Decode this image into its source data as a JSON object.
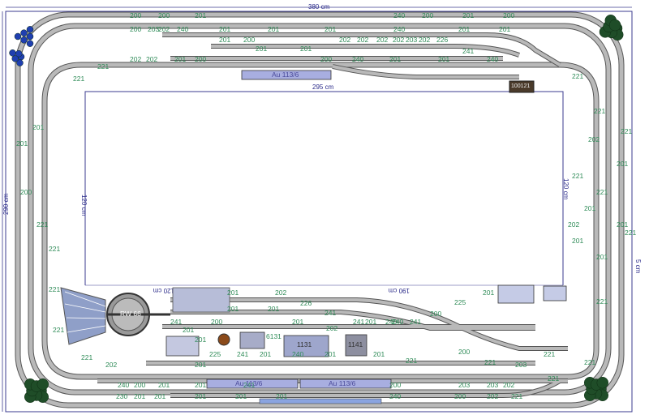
{
  "dimensions": {
    "layout_width": "380 cm",
    "layout_height": "290 cm",
    "inner_width": "295 cm",
    "inner_height": "120 cm",
    "inner_height_right": "120 cm",
    "lower_width": "190 cm",
    "lower_left": "120 cm",
    "right_edge": "5 cm"
  },
  "platforms": [
    {
      "label": "Au 113/6"
    },
    {
      "label": "Au 113/6"
    },
    {
      "label": "Au 113/6"
    }
  ],
  "turntable_label": "RW 66",
  "station_label": "100121",
  "building_labels": [
    "6131",
    "1131",
    "1141"
  ],
  "colors": {
    "track": "#b9b9b9",
    "track_edge": "#555555",
    "label": "#2e8b57",
    "dimension": "#2b2b8a",
    "tree": "#1f4d28",
    "bush": "#1f3fb0",
    "platform": "#a8aee0"
  },
  "track_labels": [
    {
      "t": "200"
    },
    {
      "t": "200"
    },
    {
      "t": "201"
    },
    {
      "t": "240"
    },
    {
      "t": "200"
    },
    {
      "t": "201"
    },
    {
      "t": "200"
    },
    {
      "t": "200"
    },
    {
      "t": "203"
    },
    {
      "t": "202"
    },
    {
      "t": "240"
    },
    {
      "t": "201"
    },
    {
      "t": "201"
    },
    {
      "t": "201"
    },
    {
      "t": "240"
    },
    {
      "t": "201"
    },
    {
      "t": "201"
    },
    {
      "t": "202"
    },
    {
      "t": "202"
    },
    {
      "t": "202"
    },
    {
      "t": "202"
    },
    {
      "t": "203"
    },
    {
      "t": "202"
    },
    {
      "t": "226"
    },
    {
      "t": "241"
    },
    {
      "t": "240"
    },
    {
      "t": "201"
    },
    {
      "t": "200"
    },
    {
      "t": "201"
    },
    {
      "t": "201"
    },
    {
      "t": "200"
    },
    {
      "t": "240"
    },
    {
      "t": "201"
    },
    {
      "t": "201"
    },
    {
      "t": "202"
    },
    {
      "t": "202"
    },
    {
      "t": "221"
    },
    {
      "t": "201"
    },
    {
      "t": "200"
    },
    {
      "t": "221"
    },
    {
      "t": "221"
    },
    {
      "t": "221"
    },
    {
      "t": "202"
    },
    {
      "t": "201"
    },
    {
      "t": "221"
    },
    {
      "t": "221"
    },
    {
      "t": "201"
    },
    {
      "t": "201"
    },
    {
      "t": "201"
    },
    {
      "t": "201"
    },
    {
      "t": "202"
    },
    {
      "t": "201"
    },
    {
      "t": "201"
    },
    {
      "t": "200"
    },
    {
      "t": "221"
    },
    {
      "t": "221"
    },
    {
      "t": "221"
    },
    {
      "t": "221"
    },
    {
      "t": "201"
    },
    {
      "t": "202"
    },
    {
      "t": "226"
    },
    {
      "t": "241"
    },
    {
      "t": "241"
    },
    {
      "t": "240"
    },
    {
      "t": "241"
    },
    {
      "t": "200"
    },
    {
      "t": "225"
    },
    {
      "t": "201"
    },
    {
      "t": "201"
    },
    {
      "t": "201"
    },
    {
      "t": "201"
    },
    {
      "t": "202"
    },
    {
      "t": "201"
    },
    {
      "t": "240"
    },
    {
      "t": "241"
    },
    {
      "t": "201"
    },
    {
      "t": "200"
    },
    {
      "t": "201"
    },
    {
      "t": "241"
    },
    {
      "t": "201"
    },
    {
      "t": "240"
    },
    {
      "t": "221"
    },
    {
      "t": "202"
    },
    {
      "t": "201"
    },
    {
      "t": "225"
    },
    {
      "t": "201"
    },
    {
      "t": "201"
    },
    {
      "t": "221"
    },
    {
      "t": "200"
    },
    {
      "t": "221"
    },
    {
      "t": "203"
    },
    {
      "t": "240"
    },
    {
      "t": "200"
    },
    {
      "t": "201"
    },
    {
      "t": "201"
    },
    {
      "t": "241"
    },
    {
      "t": "200"
    },
    {
      "t": "203"
    },
    {
      "t": "203"
    },
    {
      "t": "202"
    },
    {
      "t": "230"
    },
    {
      "t": "201"
    },
    {
      "t": "201"
    },
    {
      "t": "201"
    },
    {
      "t": "201"
    },
    {
      "t": "201"
    },
    {
      "t": "240"
    },
    {
      "t": "200"
    },
    {
      "t": "202"
    },
    {
      "t": "221"
    },
    {
      "t": "221"
    },
    {
      "t": "221"
    },
    {
      "t": "221"
    },
    {
      "t": "221"
    },
    {
      "t": "221"
    },
    {
      "t": "221"
    }
  ]
}
